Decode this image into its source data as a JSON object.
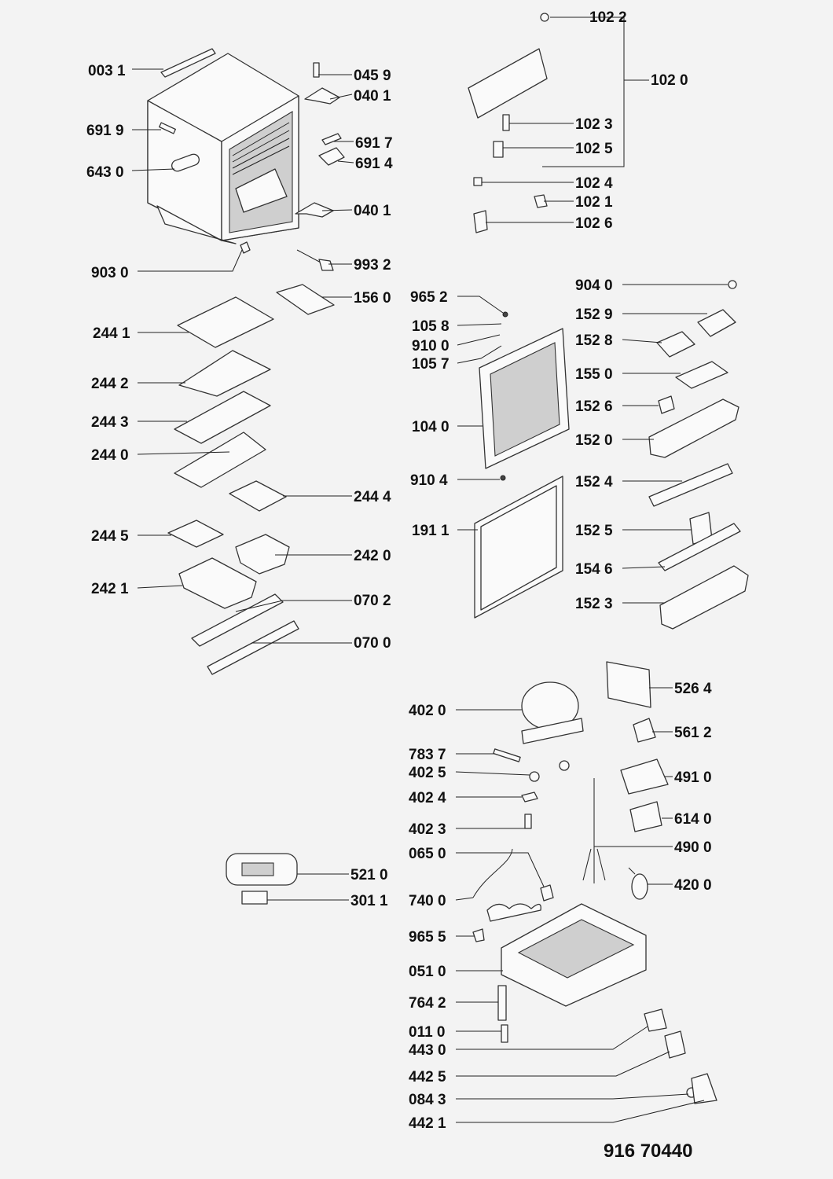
{
  "diagram": {
    "document_code": "916 70440",
    "callouts": [
      {
        "id": "c0031",
        "label": "003 1"
      },
      {
        "id": "c0459",
        "label": "045 9"
      },
      {
        "id": "c0401a",
        "label": "040 1"
      },
      {
        "id": "c6919",
        "label": "691 9"
      },
      {
        "id": "c6917",
        "label": "691 7"
      },
      {
        "id": "c6914",
        "label": "691 4"
      },
      {
        "id": "c6430",
        "label": "643 0"
      },
      {
        "id": "c0401b",
        "label": "040 1"
      },
      {
        "id": "c9932",
        "label": "993 2"
      },
      {
        "id": "c9030",
        "label": "903 0"
      },
      {
        "id": "c1560",
        "label": "156 0"
      },
      {
        "id": "c2441",
        "label": "244 1"
      },
      {
        "id": "c2442",
        "label": "244 2"
      },
      {
        "id": "c2443",
        "label": "244 3"
      },
      {
        "id": "c2440",
        "label": "244 0"
      },
      {
        "id": "c2444",
        "label": "244 4"
      },
      {
        "id": "c2445",
        "label": "244 5"
      },
      {
        "id": "c2420",
        "label": "242 0"
      },
      {
        "id": "c2421",
        "label": "242 1"
      },
      {
        "id": "c0702",
        "label": "070 2"
      },
      {
        "id": "c0700",
        "label": "070 0"
      },
      {
        "id": "c1022",
        "label": "102 2"
      },
      {
        "id": "c1020",
        "label": "102 0"
      },
      {
        "id": "c1023",
        "label": "102 3"
      },
      {
        "id": "c1025",
        "label": "102 5"
      },
      {
        "id": "c1024",
        "label": "102 4"
      },
      {
        "id": "c1021",
        "label": "102 1"
      },
      {
        "id": "c1026",
        "label": "102 6"
      },
      {
        "id": "c9040",
        "label": "904 0"
      },
      {
        "id": "c9652a",
        "label": "965 2"
      },
      {
        "id": "c1058",
        "label": "105 8"
      },
      {
        "id": "c9100",
        "label": "910 0"
      },
      {
        "id": "c1057",
        "label": "105 7"
      },
      {
        "id": "c1529",
        "label": "152 9"
      },
      {
        "id": "c1528",
        "label": "152 8"
      },
      {
        "id": "c1550",
        "label": "155 0"
      },
      {
        "id": "c1526",
        "label": "152 6"
      },
      {
        "id": "c1040",
        "label": "104 0"
      },
      {
        "id": "c1520",
        "label": "152 0"
      },
      {
        "id": "c9104",
        "label": "910 4"
      },
      {
        "id": "c1524",
        "label": "152 4"
      },
      {
        "id": "c1911",
        "label": "191 1"
      },
      {
        "id": "c1525",
        "label": "152 5"
      },
      {
        "id": "c1546",
        "label": "154 6"
      },
      {
        "id": "c1523",
        "label": "152 3"
      },
      {
        "id": "c5264",
        "label": "526 4"
      },
      {
        "id": "c4020",
        "label": "402 0"
      },
      {
        "id": "c5612",
        "label": "561 2"
      },
      {
        "id": "c7837",
        "label": "783 7"
      },
      {
        "id": "c4025",
        "label": "402 5"
      },
      {
        "id": "c4910",
        "label": "491 0"
      },
      {
        "id": "c4024",
        "label": "402 4"
      },
      {
        "id": "c6140",
        "label": "614 0"
      },
      {
        "id": "c4023",
        "label": "402 3"
      },
      {
        "id": "c4900",
        "label": "490 0"
      },
      {
        "id": "c0650",
        "label": "065 0"
      },
      {
        "id": "c5210",
        "label": "521 0"
      },
      {
        "id": "c3011",
        "label": "301 1"
      },
      {
        "id": "c7400",
        "label": "740 0"
      },
      {
        "id": "c4200",
        "label": "420 0"
      },
      {
        "id": "c9655b",
        "label": "965 5"
      },
      {
        "id": "c0510",
        "label": "051 0"
      },
      {
        "id": "c7642",
        "label": "764 2"
      },
      {
        "id": "c0110",
        "label": "011 0"
      },
      {
        "id": "c4430",
        "label": "443 0"
      },
      {
        "id": "c4425",
        "label": "442 5"
      },
      {
        "id": "c0843",
        "label": "084 3"
      },
      {
        "id": "c4421",
        "label": "442 1"
      }
    ]
  }
}
